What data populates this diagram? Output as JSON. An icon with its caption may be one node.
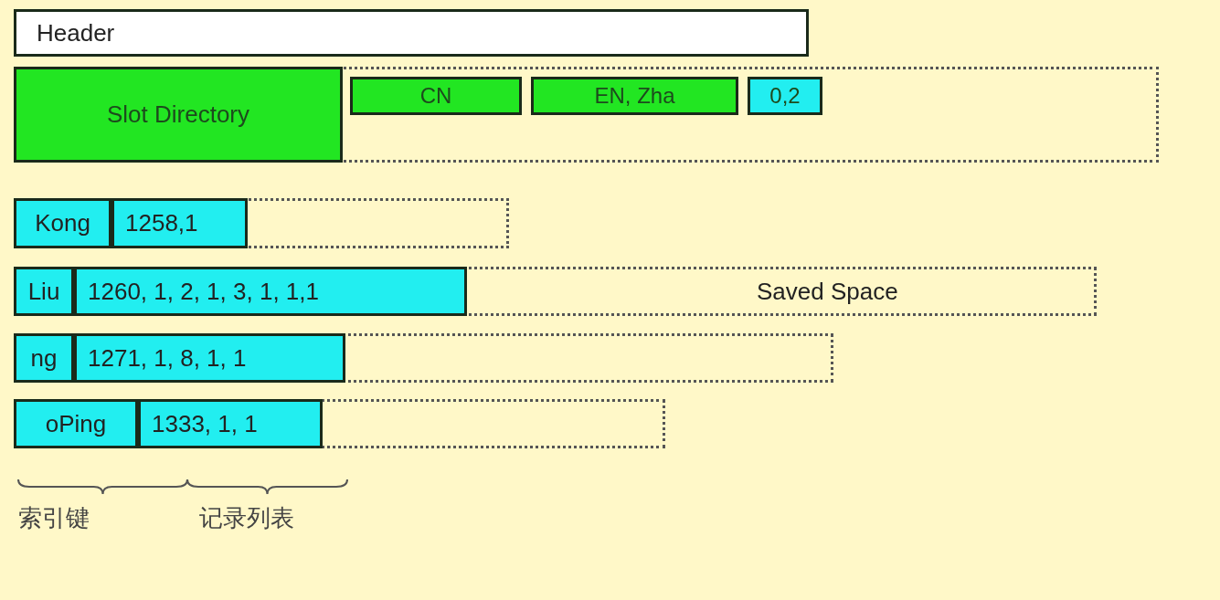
{
  "diagram": {
    "nodes": [
      {
        "text": [
          "Header"
        ]
      },
      {
        "text": [],
        "shape": "box"
      },
      {
        "text": [
          "Slot Directory"
        ],
        "in": 1
      },
      {
        "text": [
          "CN"
        ],
        "in": 1
      },
      {
        "text": [
          "EN, Zha"
        ],
        "in": 1
      },
      {
        "text": [
          "0,2"
        ],
        "in": 1
      },
      {
        "text": [],
        "shape": "box"
      },
      {
        "text": [
          "Kong"
        ],
        "in": 6
      },
      {
        "text": [
          "1258,1"
        ],
        "in": 6
      },
      {
        "text": [
          "Saved Space"
        ]
      },
      {
        "text": [
          "Liu"
        ],
        "in": 9
      },
      {
        "text": [
          "1260, 1, 2, 1, 3, 1, 1,1"
        ],
        "in": 9
      },
      {
        "text": [],
        "shape": "box"
      },
      {
        "text": [
          "ng"
        ],
        "in": 12
      },
      {
        "text": [
          "1271, 1, 8, 1, 1"
        ],
        "in": 12
      },
      {
        "text": [],
        "shape": "box"
      },
      {
        "text": [
          "oPing"
        ],
        "in": 15
      },
      {
        "text": [
          "1333, 1, 1"
        ],
        "in": 15
      }
    ],
    "edges": [],
    "labels": [
      "索引键",
      "记录列表"
    ]
  }
}
